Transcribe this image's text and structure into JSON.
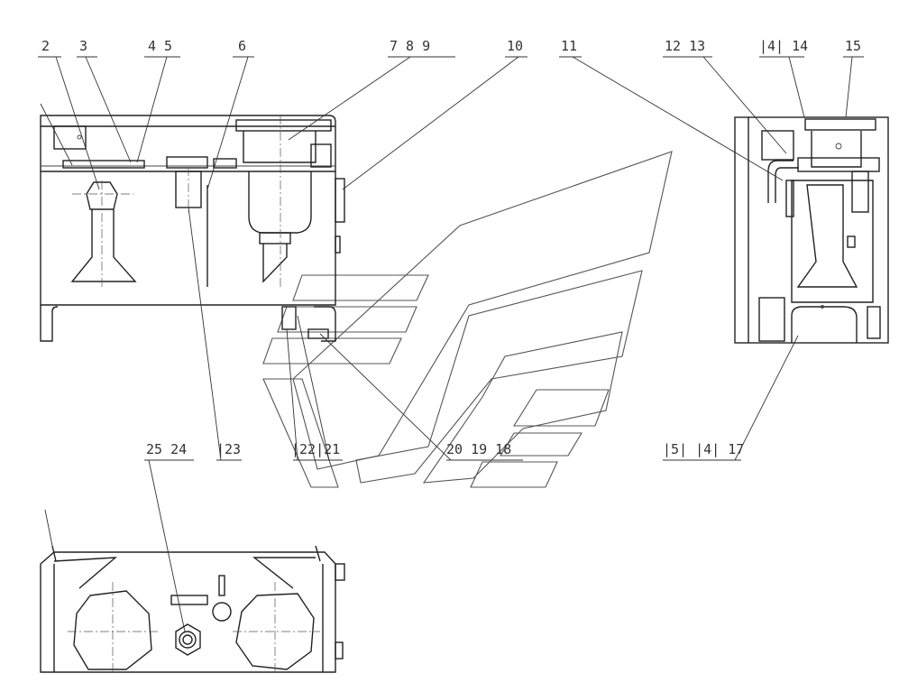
{
  "callouts": [
    {
      "id": "c2",
      "text": "2"
    },
    {
      "id": "c3",
      "text": "3"
    },
    {
      "id": "c45",
      "text": "4 5"
    },
    {
      "id": "c6",
      "text": "6"
    },
    {
      "id": "c789",
      "text": "7 8 9"
    },
    {
      "id": "c10",
      "text": "10"
    },
    {
      "id": "c11",
      "text": "11"
    },
    {
      "id": "c1213",
      "text": "12 13"
    },
    {
      "id": "c1414",
      "text": "|4| 14"
    },
    {
      "id": "c15",
      "text": "15"
    },
    {
      "id": "c2524",
      "text": "25 24"
    },
    {
      "id": "c23",
      "text": "|23"
    },
    {
      "id": "c2221",
      "text": "|22|21"
    },
    {
      "id": "c201918",
      "text": "20 19 18"
    },
    {
      "id": "c151417",
      "text": "|5| |4| 17"
    }
  ],
  "colors": {
    "line": "#222222",
    "watermark": "#555555",
    "background": "#ffffff"
  }
}
